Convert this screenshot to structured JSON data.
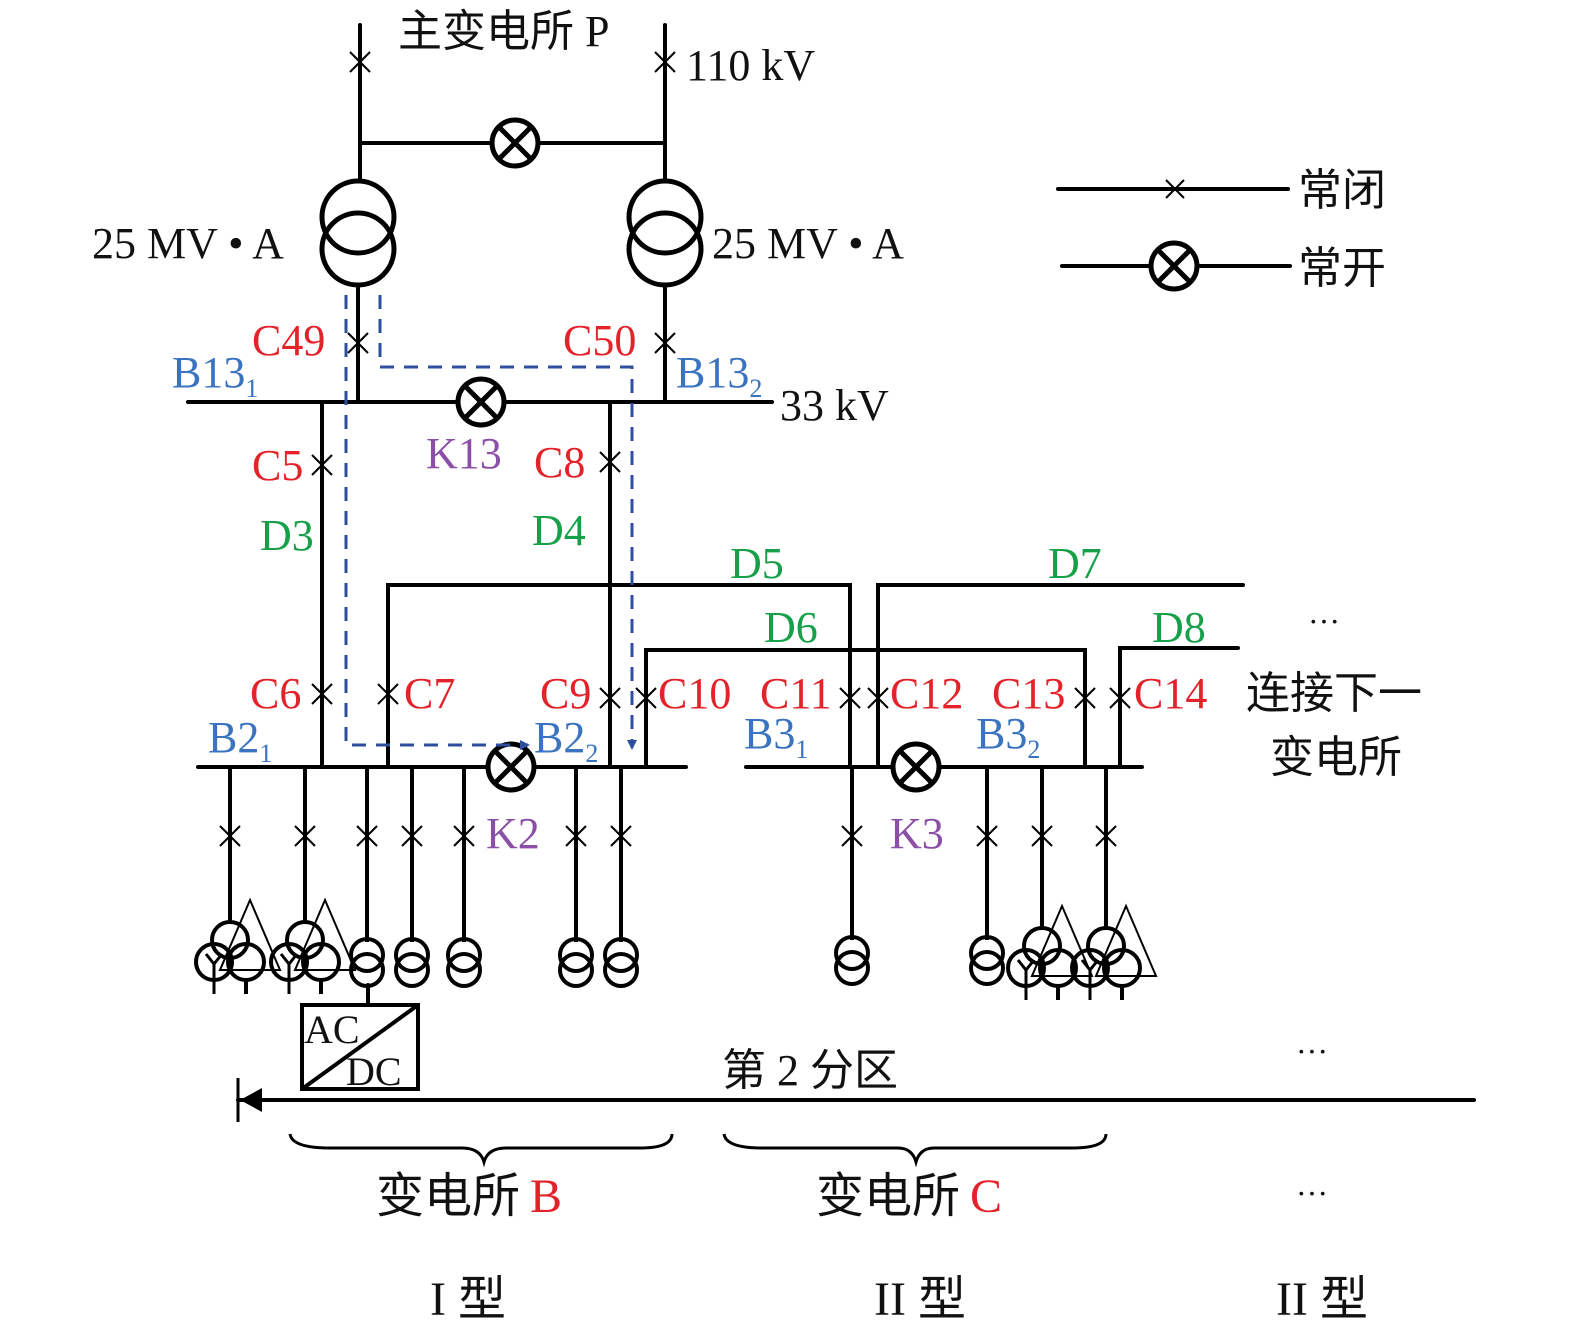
{
  "title": "主变电所 P",
  "voltage_high": "110 kV",
  "voltage_low": "33 kV",
  "transformer_left_rating": "25 MV • A",
  "transformer_right_rating": "25 MV • A",
  "legend": {
    "closed_label": "常闭",
    "open_label": "常开"
  },
  "colors": {
    "breaker_label": "#e3222a",
    "bus_label": "#3a73bf",
    "line_label": "#17a04a",
    "tie_switch_label": "#8b4fa8",
    "fault_path": "#2e4fa0"
  },
  "breakers": {
    "c49": "C49",
    "c50": "C50",
    "c5": "C5",
    "c8": "C8",
    "c6": "C6",
    "c7": "C7",
    "c9": "C9",
    "c10": "C10",
    "c11": "C11",
    "c12": "C12",
    "c13": "C13",
    "c14": "C14"
  },
  "buses": {
    "b13_1": "B13",
    "b13_1_sub": "1",
    "b13_2": "B13",
    "b13_2_sub": "2",
    "b2_1": "B2",
    "b2_1_sub": "1",
    "b2_2": "B2",
    "b2_2_sub": "2",
    "b3_1": "B3",
    "b3_1_sub": "1",
    "b3_2": "B3",
    "b3_2_sub": "2"
  },
  "lines": {
    "d3": "D3",
    "d4": "D4",
    "d5": "D5",
    "d6": "D6",
    "d7": "D7",
    "d8": "D8"
  },
  "tie_switches": {
    "k13": "K13",
    "k2": "K2",
    "k3": "K3"
  },
  "converter": {
    "ac": "AC",
    "dc": "DC"
  },
  "next_substation_line1": "连接下一",
  "next_substation_line2": "变电所",
  "ellipsis": "···",
  "partition_label": "第 2 分区",
  "substation_b_prefix": "变电所",
  "substation_b_letter": "B",
  "substation_c_prefix": "变电所",
  "substation_c_letter": "C",
  "type_b": "I 型",
  "type_c": "II 型",
  "type_next": "II 型"
}
